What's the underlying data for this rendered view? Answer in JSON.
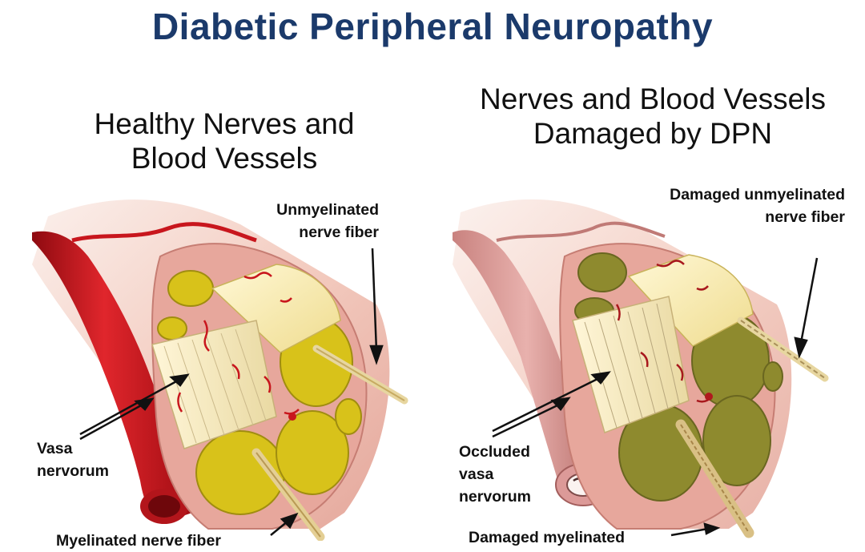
{
  "title": "Diabetic Peripheral Neuropathy",
  "panels": {
    "healthy": {
      "title_line1": "Healthy Nerves and",
      "title_line2": "Blood Vessels",
      "label_unmyelinated_1": "Unmyelinated",
      "label_unmyelinated_2": "nerve fiber",
      "label_vasa_1": "Vasa",
      "label_vasa_2": "nervorum",
      "label_myelinated": "Myelinated nerve fiber"
    },
    "damaged": {
      "title_line1": "Nerves and Blood Vessels",
      "title_line2": "Damaged by DPN",
      "label_unmyelinated_1": "Damaged unmyelinated",
      "label_unmyelinated_2": "nerve fiber",
      "label_occluded_1": "Occluded",
      "label_occluded_2": "vasa",
      "label_occluded_3": "nervorum",
      "label_myelinated": "Damaged myelinated"
    }
  },
  "colors": {
    "title": "#1b3a6b",
    "vessel": "#c8161d",
    "sheath": "#e7a79c",
    "fascicle_healthy": "#d8c21a",
    "fascicle_damaged": "#8e8a2e"
  }
}
